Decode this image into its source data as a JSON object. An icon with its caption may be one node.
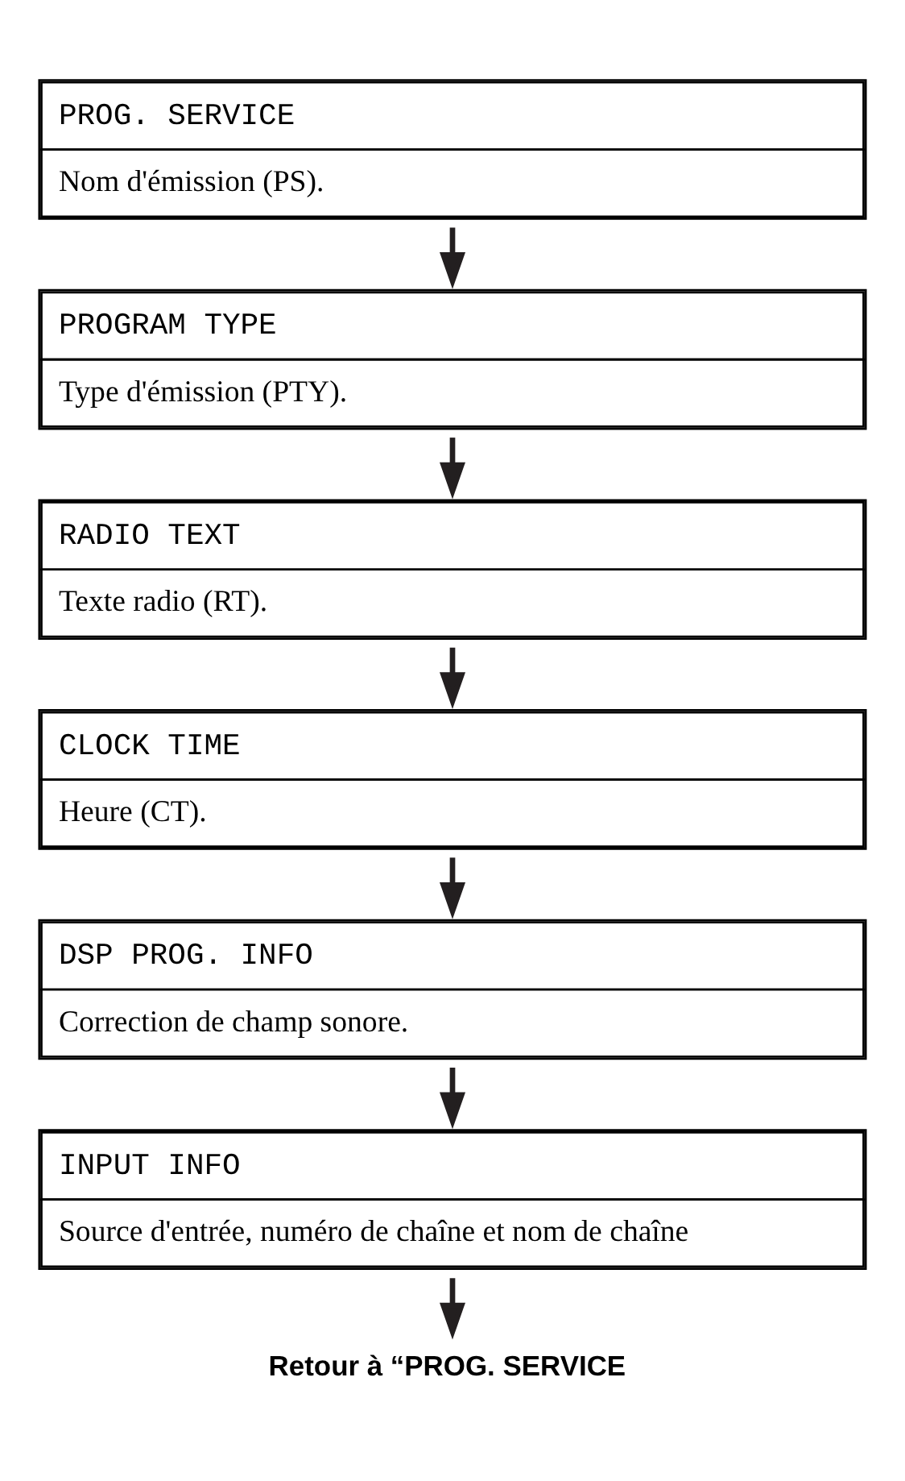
{
  "diagram": {
    "nodes": [
      {
        "text": [
          "PROG. SERVICE",
          "Nom d'émission (PS)."
        ]
      },
      {
        "text": [
          "PROGRAM TYPE",
          "Type d'émission (PTY)."
        ]
      },
      {
        "text": [
          "RADIO TEXT",
          "Texte radio (RT)."
        ]
      },
      {
        "text": [
          "CLOCK TIME",
          "Heure (CT)."
        ]
      },
      {
        "text": [
          "DSP PROG. INFO",
          "Correction de champ sonore."
        ]
      },
      {
        "text": [
          "INPUT INFO",
          "Source d'entrée, numéro de chaîne et nom de chaîne"
        ]
      },
      {
        "text": [
          "Retour à “PROG. SERVICE"
        ]
      }
    ],
    "edges": [
      {
        "from": 0,
        "to": 1,
        "arrow": "to"
      },
      {
        "from": 1,
        "to": 2,
        "arrow": "to"
      },
      {
        "from": 2,
        "to": 3,
        "arrow": "to"
      },
      {
        "from": 3,
        "to": 4,
        "arrow": "to"
      },
      {
        "from": 4,
        "to": 5,
        "arrow": "to"
      },
      {
        "from": 5,
        "to": 6,
        "arrow": "to"
      }
    ]
  }
}
